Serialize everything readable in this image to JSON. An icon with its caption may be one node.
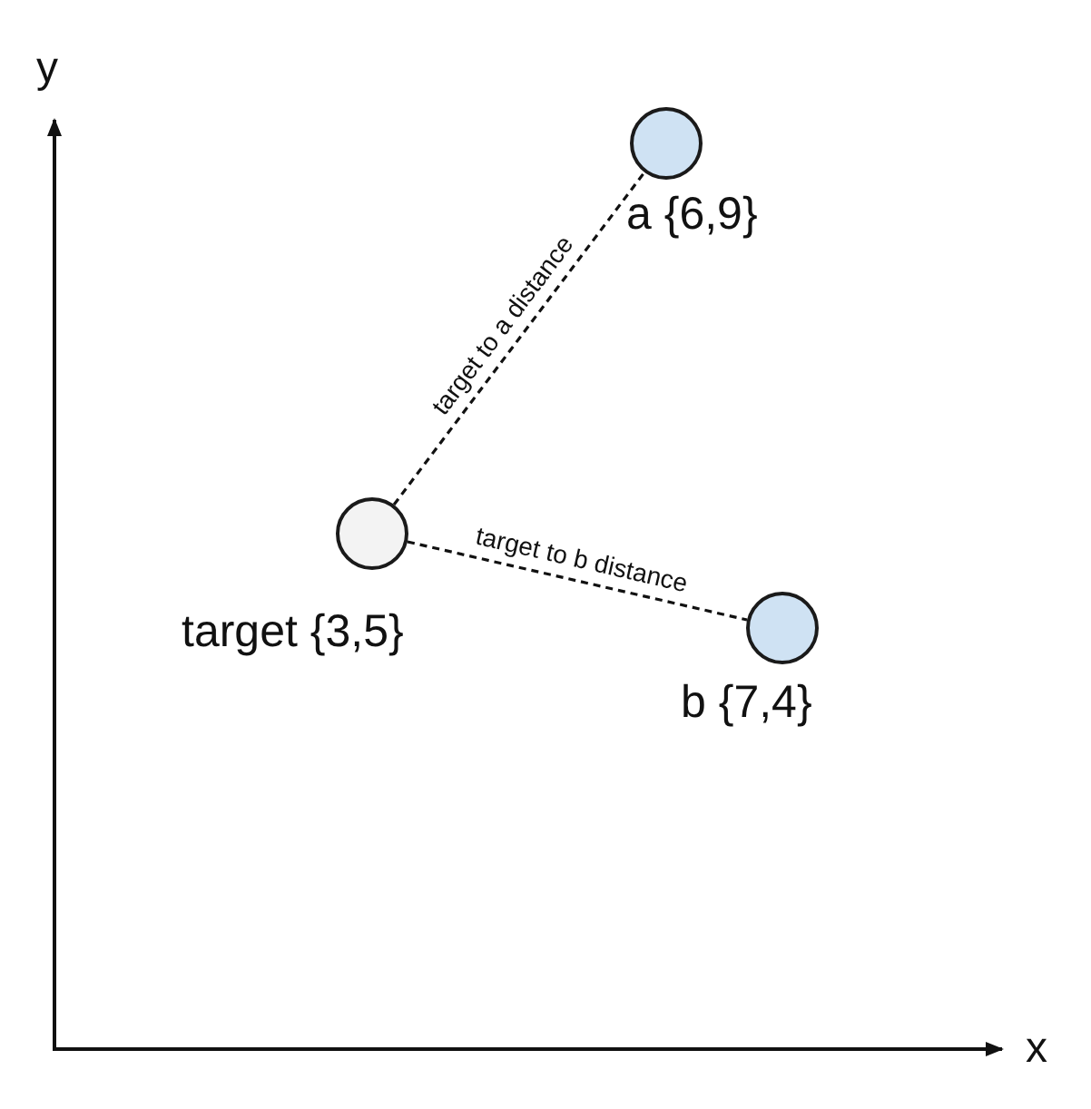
{
  "diagram": {
    "nodes": [
      {
        "text": [],
        "shape": "circle",
        "beside": [
          "a {6,9}"
        ]
      },
      {
        "text": [],
        "shape": "circle",
        "beside": [
          "target {3,5}"
        ]
      },
      {
        "text": [],
        "shape": "circle",
        "beside": [
          "b {7,4}"
        ]
      }
    ],
    "edges": [
      {
        "from": 1,
        "to": 0,
        "arrow": "none",
        "style": "dashed",
        "label": "target to a distance"
      },
      {
        "from": 1,
        "to": 2,
        "arrow": "none",
        "style": "dashed",
        "label": "target to b distance"
      }
    ],
    "labels": [
      "y",
      "x"
    ]
  }
}
